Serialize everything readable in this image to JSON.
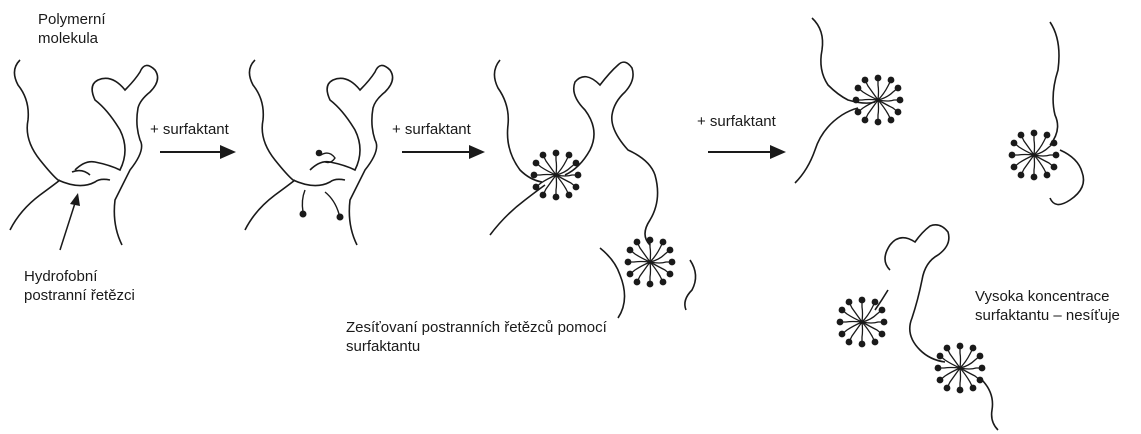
{
  "labels": {
    "polymer_molecule": [
      "Polymerní",
      "molekula"
    ],
    "hydrophobic_chains": [
      "Hydrofobní",
      "postranní řetězci"
    ],
    "crosslinking": [
      "Zesíťovaní postranních řetězců pomocí",
      "surfaktantu"
    ],
    "high_concentration": [
      "Vysoka koncentrace",
      "surfaktantu – nesíťuje"
    ]
  },
  "arrows": [
    {
      "label": "+ surfaktant"
    },
    {
      "label": "+ surfaktant"
    },
    {
      "label": "+ surfaktant"
    }
  ],
  "colors": {
    "ink": "#1a1a1a",
    "background": "#ffffff"
  }
}
